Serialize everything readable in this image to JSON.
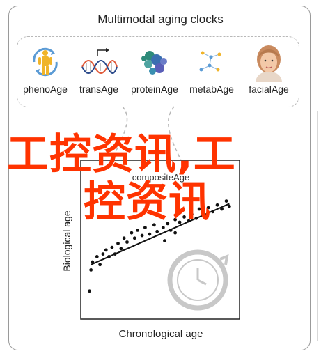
{
  "title": "Multimodal aging clocks",
  "modalities": [
    {
      "label": "phenoAge",
      "icon": "person-body-icon"
    },
    {
      "label": "transAge",
      "icon": "dna-transcription-icon"
    },
    {
      "label": "proteinAge",
      "icon": "protein-molecule-icon"
    },
    {
      "label": "metabAge",
      "icon": "metabolite-network-icon"
    },
    {
      "label": "facialAge",
      "icon": "face-portrait-icon"
    }
  ],
  "plot": {
    "title": "compositeAge",
    "xlabel": "Chronological age",
    "ylabel": "Biological age"
  },
  "watermark": {
    "line1": "工控资讯,工",
    "line2": "控资讯"
  },
  "colors": {
    "accent": "#ff3300",
    "frame": "#9a9a9a",
    "dash": "#b8b8b8",
    "clock": "#c8c8c8"
  },
  "chart_data": {
    "type": "scatter",
    "title": "compositeAge",
    "xlabel": "Chronological age",
    "ylabel": "Biological age",
    "xlim": [
      0,
      100
    ],
    "ylim": [
      0,
      100
    ],
    "points": [
      [
        3,
        18
      ],
      [
        4,
        34
      ],
      [
        5,
        40
      ],
      [
        8,
        44
      ],
      [
        10,
        38
      ],
      [
        12,
        46
      ],
      [
        14,
        49
      ],
      [
        16,
        44
      ],
      [
        18,
        51
      ],
      [
        20,
        46
      ],
      [
        22,
        54
      ],
      [
        24,
        50
      ],
      [
        26,
        58
      ],
      [
        28,
        55
      ],
      [
        31,
        62
      ],
      [
        33,
        58
      ],
      [
        35,
        64
      ],
      [
        38,
        60
      ],
      [
        40,
        66
      ],
      [
        43,
        61
      ],
      [
        46,
        68
      ],
      [
        48,
        63
      ],
      [
        52,
        66
      ],
      [
        55,
        69
      ],
      [
        57,
        64
      ],
      [
        60,
        72
      ],
      [
        63,
        70
      ],
      [
        66,
        74
      ],
      [
        69,
        71
      ],
      [
        71,
        76
      ],
      [
        74,
        73
      ],
      [
        76,
        80
      ],
      [
        79,
        76
      ],
      [
        82,
        81
      ],
      [
        85,
        78
      ],
      [
        88,
        83
      ],
      [
        91,
        80
      ],
      [
        94,
        86
      ],
      [
        96,
        82
      ],
      [
        53,
        56
      ],
      [
        60,
        62
      ]
    ],
    "trend": [
      [
        4,
        38
      ],
      [
        96,
        84
      ]
    ],
    "grid": false
  }
}
